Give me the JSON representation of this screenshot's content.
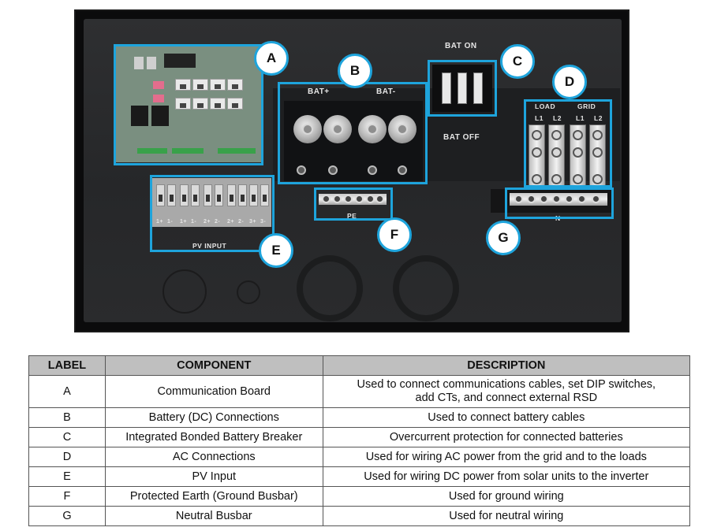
{
  "photo": {
    "callouts": [
      "A",
      "B",
      "C",
      "D",
      "E",
      "F",
      "G"
    ],
    "labels": {
      "bat_on": "BAT ON",
      "bat_off": "BAT OFF",
      "bat_plus": "BAT+",
      "bat_minus": "BAT-",
      "load": "LOAD",
      "grid": "GRID",
      "ac_terms": [
        "L1",
        "L2",
        "L1",
        "L2"
      ],
      "pe": "PE",
      "n": "N",
      "pv_input": "PV INPUT",
      "pv_terms": [
        "1+",
        "1-",
        "1+",
        "1-",
        "2+",
        "2-",
        "2+",
        "2-",
        "3+",
        "3-"
      ]
    },
    "highlight_color": "#1ea4dc"
  },
  "table": {
    "headers": [
      "LABEL",
      "COMPONENT",
      "DESCRIPTION"
    ],
    "rows": [
      {
        "label": "A",
        "component": "Communication Board",
        "description_line1": "Used to connect communications cables, set DIP switches,",
        "description_line2": "add CTs, and connect external RSD"
      },
      {
        "label": "B",
        "component": "Battery (DC) Connections",
        "description": "Used to connect battery cables"
      },
      {
        "label": "C",
        "component": "Integrated Bonded Battery Breaker",
        "description": "Overcurrent protection for connected batteries"
      },
      {
        "label": "D",
        "component": "AC Connections",
        "description": "Used for wiring AC power from the grid and to the loads"
      },
      {
        "label": "E",
        "component": "PV Input",
        "description": "Used for wiring DC power from solar units to the inverter"
      },
      {
        "label": "F",
        "component": "Protected Earth (Ground Busbar)",
        "description": "Used for ground wiring"
      },
      {
        "label": "G",
        "component": "Neutral Busbar",
        "description": "Used for neutral wiring"
      }
    ],
    "header_bg": "#bfbfbf"
  }
}
